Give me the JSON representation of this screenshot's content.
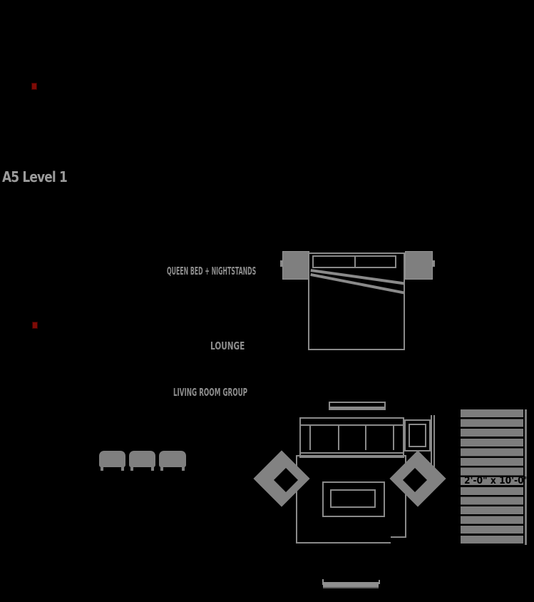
{
  "colors": {
    "background": "#000000",
    "line": "#8a8a8a",
    "fill": "#7f7f7f",
    "label_text": "#8d8d8d",
    "title_text": "#9b9b9b",
    "marker_red": "#7e0b06",
    "runner_text": "#000000"
  },
  "view_title": "A5 Level 1",
  "legend": {
    "bed_label": "QUEEN BED + NIGHTSTANDS",
    "mid_label": "LOUNGE",
    "living_label": "LIVING ROOM GROUP"
  },
  "runner": {
    "dimension": "2'-0\" x 10'-0\""
  }
}
